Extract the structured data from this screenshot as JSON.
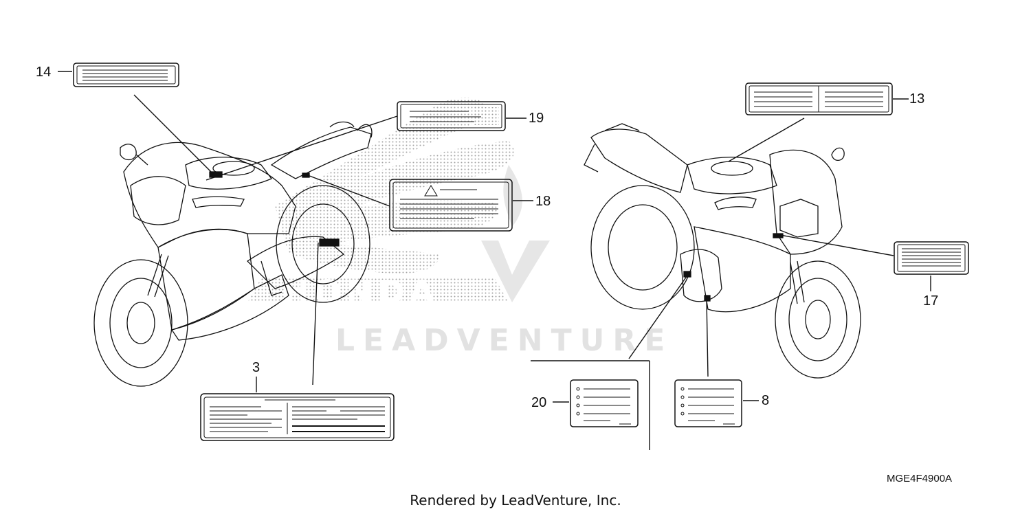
{
  "callouts": {
    "c14": "14",
    "c19": "19",
    "c18": "18",
    "c3": "3",
    "c13": "13",
    "c17": "17",
    "c20": "20",
    "c8": "8"
  },
  "drawing_code": "MGE4F4900A",
  "footer": "Rendered by LeadVenture, Inc.",
  "watermark": {
    "brand": "HONDA",
    "text": "LEADVENTURE"
  },
  "colors": {
    "line": "#111111",
    "watermark": "#e2e2e2",
    "stipple": "#9a9a9a"
  }
}
